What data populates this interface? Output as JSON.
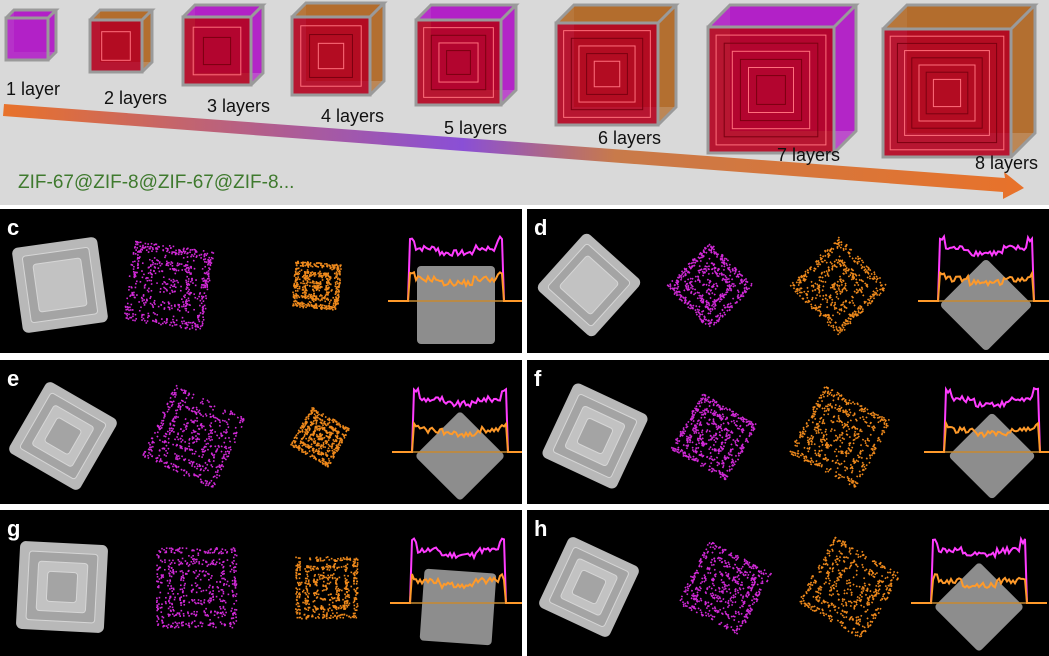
{
  "schematic": {
    "layer_labels": [
      "1 layer",
      "2 layers",
      "3 layers",
      "4 layers",
      "5 layers",
      "6 layers",
      "7 layers",
      "8 layers"
    ],
    "formula": "ZIF-67@ZIF-8@ZIF-67@ZIF-8...",
    "outer_shell_colors": [
      "#b11fc6",
      "#b26b2a",
      "#b11fc6",
      "#b26b2a",
      "#b11fc6",
      "#b26b2a",
      "#b11fc6",
      "#b26b2a"
    ],
    "core_color": "#b3001e",
    "arrow_colors": [
      "#e8722a",
      "#8a4fd6",
      "#e8722a"
    ]
  },
  "panels": [
    {
      "letter": "c"
    },
    {
      "letter": "d"
    },
    {
      "letter": "e"
    },
    {
      "letter": "f"
    },
    {
      "letter": "g"
    },
    {
      "letter": "h"
    }
  ],
  "colors": {
    "zn_map": "#d22ad8",
    "co_map": "#f08a1c",
    "zn_profile": "#ff3cff",
    "co_profile": "#ff9a2a"
  }
}
